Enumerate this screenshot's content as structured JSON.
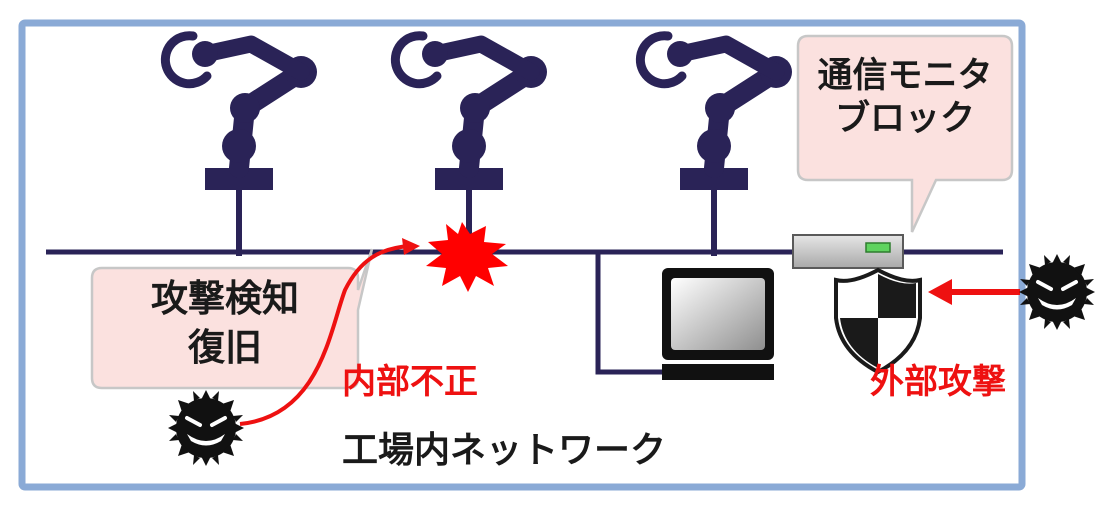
{
  "diagram": {
    "colors": {
      "frame": "#8aaad6",
      "network_line": "#2a2357",
      "robot": "#2a2357",
      "callout_fill": "#fbe1df",
      "callout_stroke": "#c7c7c7",
      "attack_red": "#ee1111",
      "shield_dark": "#1a1a1a",
      "monitor_led": "#5fd35f"
    },
    "icons": [
      "robot-arm-icon",
      "robot-arm-icon",
      "robot-arm-icon",
      "burst-icon",
      "monitor-block-device",
      "shield-icon",
      "virus-icon",
      "virus-icon",
      "computer-terminal-icon"
    ],
    "labels": {
      "monitor_block_line1": "通信モニタ",
      "monitor_block_line2": "ブロック",
      "attack_detect_line1": "攻撃検知",
      "attack_detect_line2": "復旧",
      "internal_fraud": "内部不正",
      "external_attack": "外部攻撃",
      "network_name": "工場内ネットワーク"
    }
  }
}
